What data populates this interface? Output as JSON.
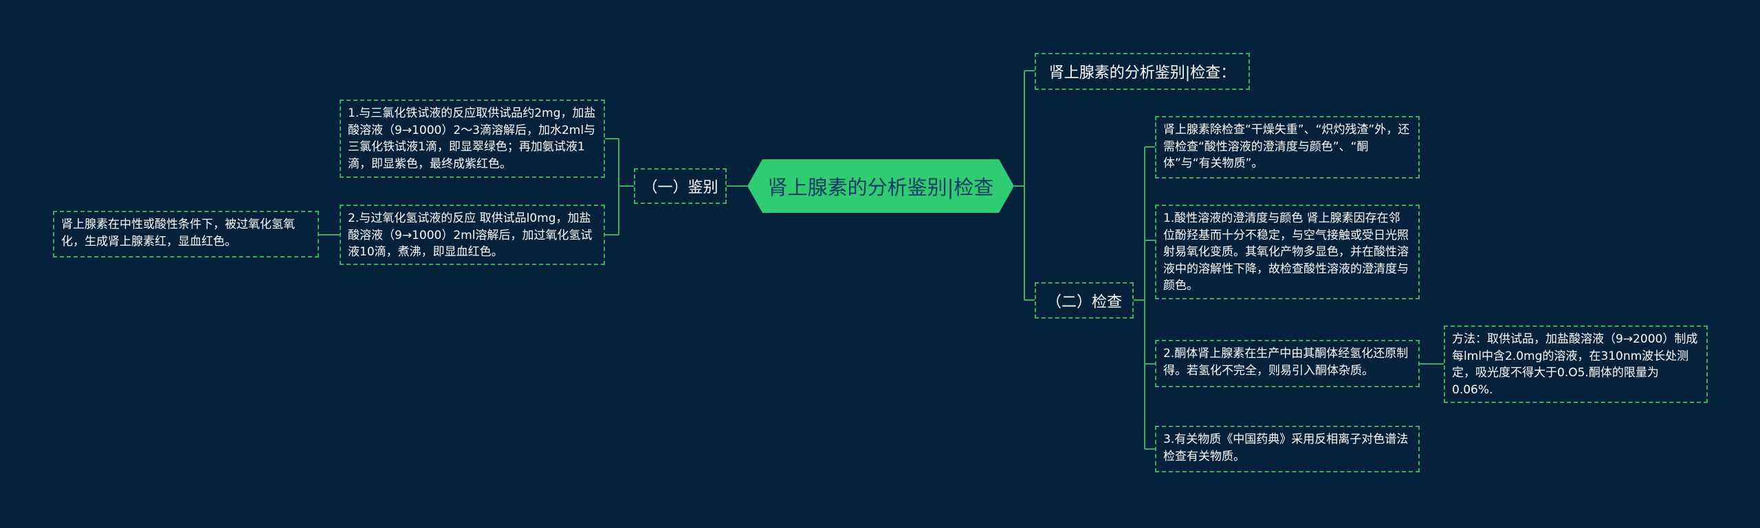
{
  "root": "肾上腺素的分析鉴别|检查",
  "left_branch": {
    "label": "（一）鉴别",
    "children": [
      "1.与三氯化铁试液的反应取供试品约2mg，加盐酸溶液（9→1000）2～3滴溶解后，加水2ml与三氯化铁试液1滴，即显翠绿色；再加氨试液1滴，即显紫色，最终成紫红色。",
      "2.与过氧化氢试液的反应 取供试品l0mg，加盐酸溶液（9→1000）2ml溶解后，加过氧化氢试液10滴，煮沸，即显血红色。"
    ],
    "sub_note": "肾上腺素在中性或酸性条件下，被过氧化氢氧化，生成肾上腺素红，显血红色。"
  },
  "right_top": "肾上腺素的分析鉴别|检查：",
  "right_branch": {
    "label": "（二）检查",
    "children": [
      "肾上腺素除检查“干燥失重”、“炽灼残渣”外，还需检查“酸性溶液的澄清度与颜色”、“酮体”与“有关物质”。",
      "1.酸性溶液的澄清度与颜色 肾上腺素因存在邻位酚羟基而十分不稳定，与空气接触或受日光照射易氧化变质。其氧化产物多显色，并在酸性溶液中的溶解性下降，故检查酸性溶液的澄清度与颜色。",
      "2.酮体肾上腺素在生产中由其酮体经氢化还原制得。若氢化不完全，则易引入酮体杂质。",
      "3.有关物质《中国药典》采用反相离子对色谱法检查有关物质。"
    ],
    "sub_note": "方法：取供试品，加盐酸溶液（9→2000）制成每lml中含2.0mg的溶液，在310nm波长处测定，吸光度不得大于0.O5.酮体的限量为0.06%."
  },
  "colors": {
    "background": "#05213c",
    "root_fill": "#2fcc72",
    "root_text": "#0d3b66",
    "border": "#3fae5a"
  }
}
